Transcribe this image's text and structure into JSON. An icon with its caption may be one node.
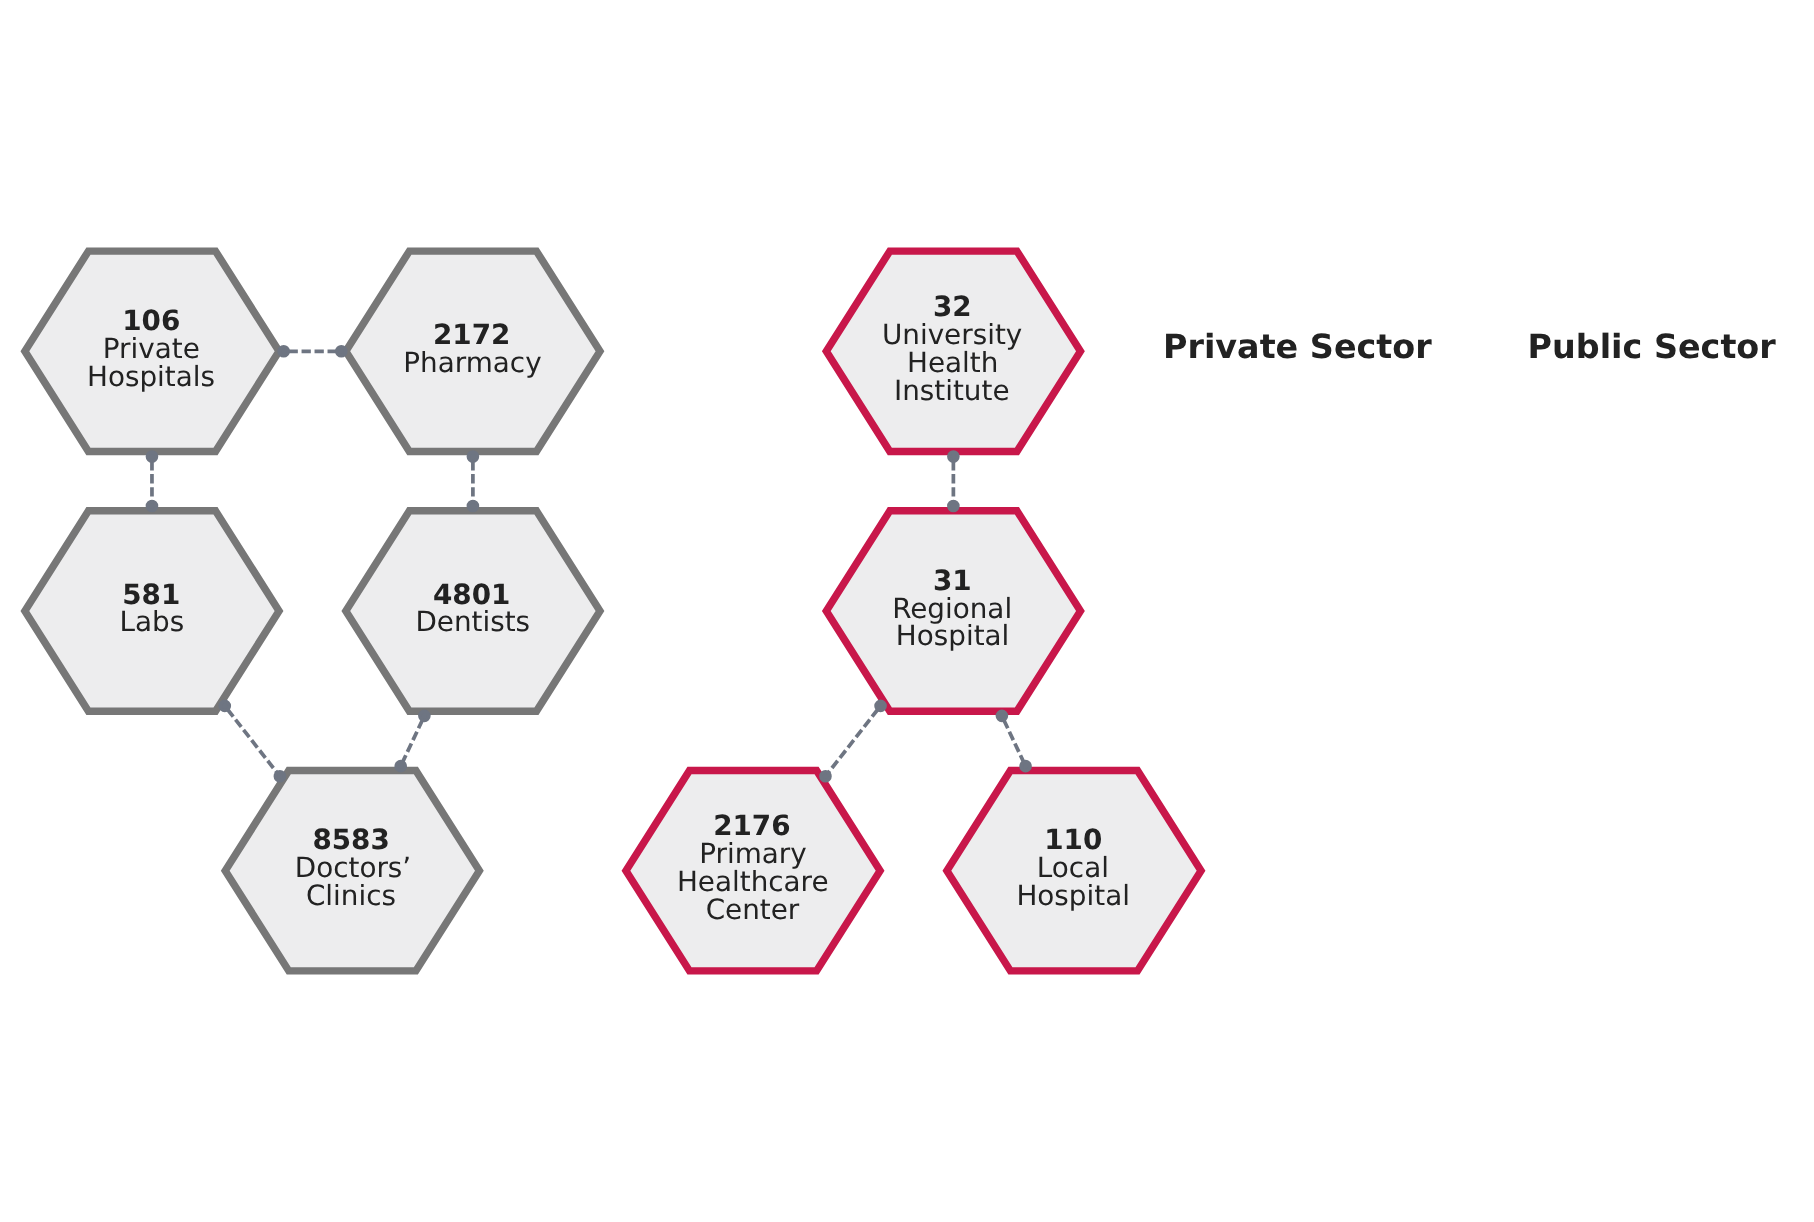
{
  "diagram": {
    "nodes": [
      {
        "text": [
          "106",
          "Private Hospitals"
        ]
      },
      {
        "text": [
          "2172",
          "Pharmacy"
        ]
      },
      {
        "text": [
          "581",
          "Labs"
        ]
      },
      {
        "text": [
          "4801",
          "Dentists"
        ]
      },
      {
        "text": [
          "8583",
          "Doctors’ Clinics"
        ]
      },
      {
        "text": [
          "32",
          "University Health Institute"
        ]
      },
      {
        "text": [
          "31",
          "Regional Hospital"
        ]
      },
      {
        "text": [
          "2176",
          "Primary Healthcare Center"
        ]
      },
      {
        "text": [
          "110",
          "Local Hospital"
        ]
      }
    ],
    "edges": [
      {
        "from": 0,
        "to": 1,
        "arrow": "other",
        "style": "dashed"
      },
      {
        "from": 0,
        "to": 2,
        "arrow": "other",
        "style": "dashed"
      },
      {
        "from": 1,
        "to": 3,
        "arrow": "other",
        "style": "dashed"
      },
      {
        "from": 2,
        "to": 4,
        "arrow": "other",
        "style": "dashed"
      },
      {
        "from": 3,
        "to": 4,
        "arrow": "other",
        "style": "dashed"
      },
      {
        "from": 5,
        "to": 6,
        "arrow": "other",
        "style": "dashed"
      },
      {
        "from": 6,
        "to": 7,
        "arrow": "other",
        "style": "dashed"
      },
      {
        "from": 6,
        "to": 8,
        "arrow": "other",
        "style": "dashed"
      }
    ],
    "labels": [
      "Private Sector",
      "Public Sector"
    ]
  }
}
